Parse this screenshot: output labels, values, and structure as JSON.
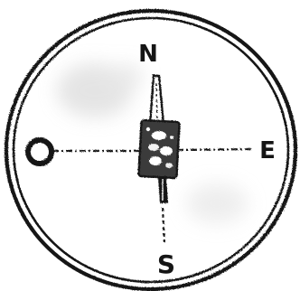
{
  "compass": {
    "north_label": "N",
    "east_label": "E",
    "south_label": "S",
    "west_label": "O"
  },
  "colors": {
    "ink": "#151515",
    "paper": "#ffffff",
    "smudge": "#cfcfcf"
  }
}
